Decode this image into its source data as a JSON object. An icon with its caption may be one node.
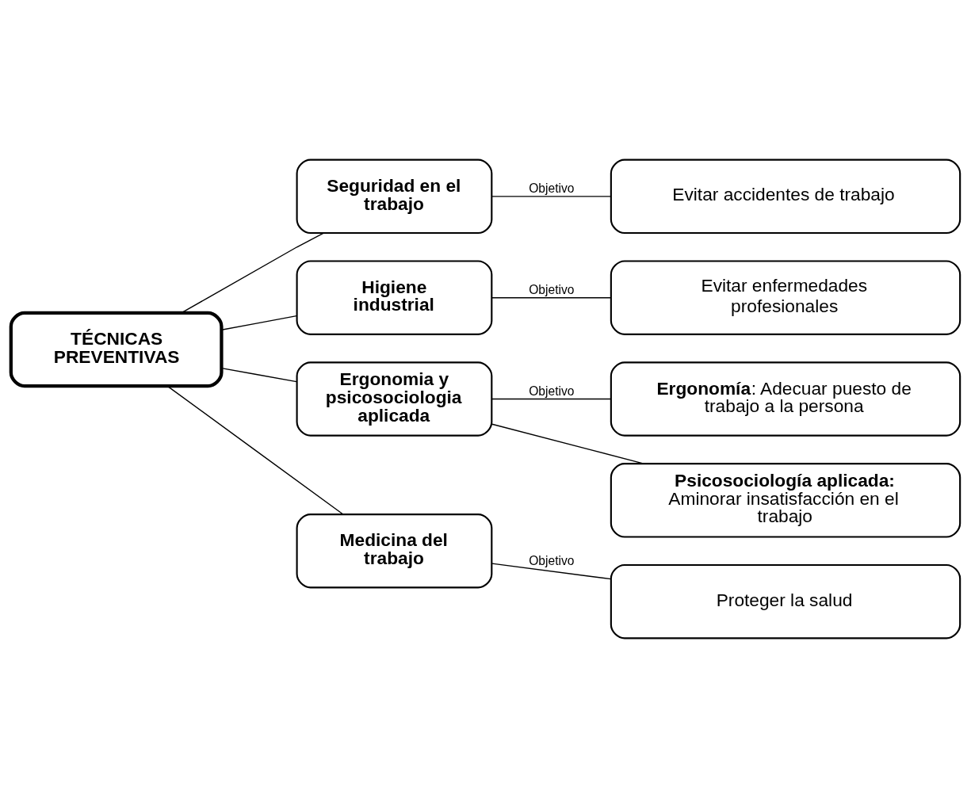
{
  "diagram": {
    "nodes": [
      {
        "text": [
          "TÉCNICAS PREVENTIVAS"
        ]
      },
      {
        "text": [
          "Seguridad en el trabajo"
        ]
      },
      {
        "text": [
          "Higiene industrial"
        ]
      },
      {
        "text": [
          "Ergonomia y psicosociologia aplicada"
        ]
      },
      {
        "text": [
          "Medicina del trabajo"
        ]
      },
      {
        "text": [
          "Evitar accidentes de trabajo"
        ]
      },
      {
        "text": [
          "Evitar enfermedades profesionales"
        ]
      },
      {
        "text": [
          "**Ergonomía**: Adecuar puesto de trabajo a la persona"
        ]
      },
      {
        "text": [
          "**Psicosociología aplicada:** Aminorar insatisfacción en el trabajo"
        ]
      },
      {
        "text": [
          "Proteger la salud"
        ]
      }
    ],
    "edges": [
      {
        "from": 0,
        "to": 1,
        "arrow": "none"
      },
      {
        "from": 0,
        "to": 2,
        "arrow": "none"
      },
      {
        "from": 0,
        "to": 3,
        "arrow": "none"
      },
      {
        "from": 0,
        "to": 4,
        "arrow": "none"
      },
      {
        "from": 1,
        "to": 5,
        "arrow": "none",
        "label": "Objetivo"
      },
      {
        "from": 2,
        "to": 6,
        "arrow": "none",
        "label": "Objetivo"
      },
      {
        "from": 3,
        "to": 7,
        "arrow": "none",
        "label": "Objetivo"
      },
      {
        "from": 3,
        "to": 8,
        "arrow": "none"
      },
      {
        "from": 4,
        "to": 9,
        "arrow": "none",
        "label": "Objetivo"
      }
    ]
  }
}
